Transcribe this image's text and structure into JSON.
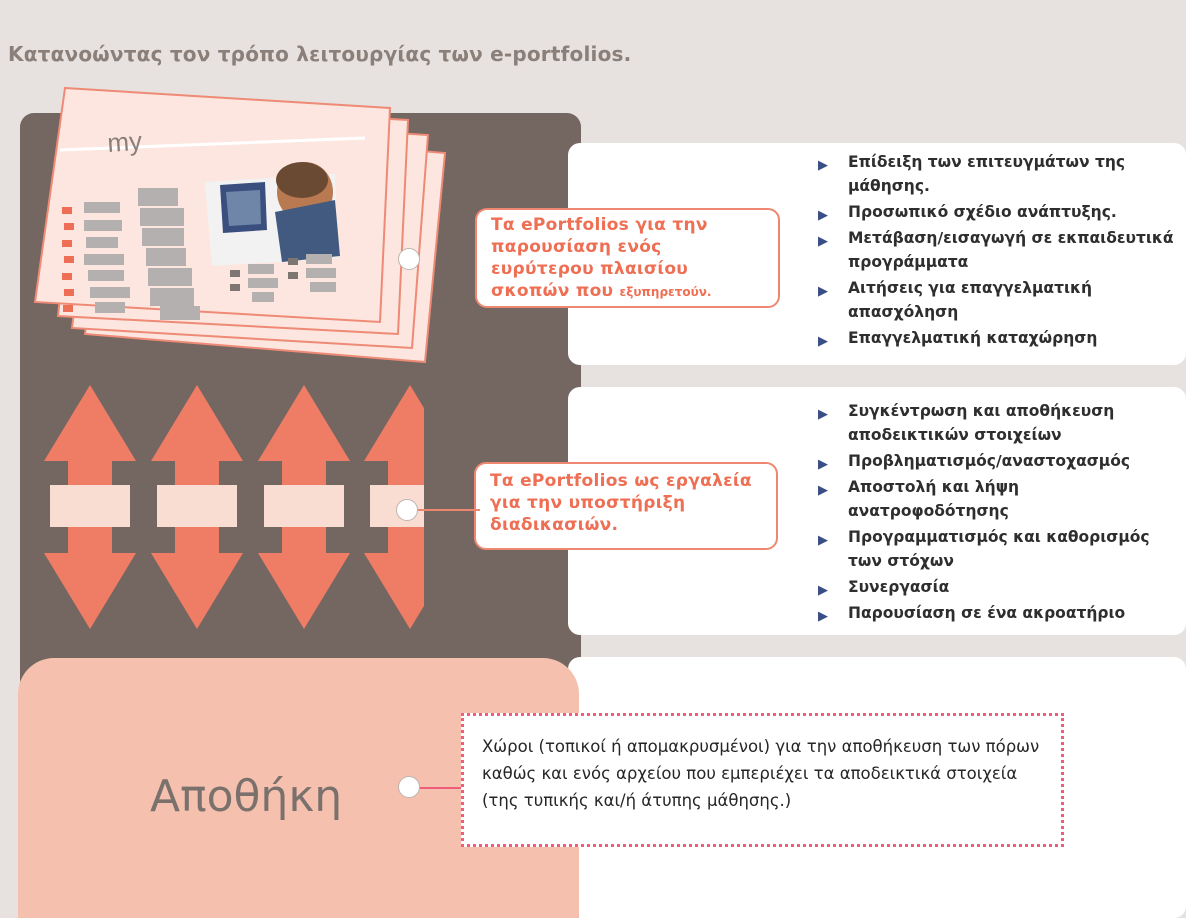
{
  "title": "Κατανοώντας τον τρόπο  λειτουργίας των e-portfolios.",
  "cards": {
    "logo_text": "my"
  },
  "callout1": {
    "main": "Τα ePortfolios για την παρουσίαση ενός ευρύτερου  πλαισίου σκοπών που",
    "small": "εξυπηρετούν."
  },
  "callout2": {
    "text": "Τα ePortfolios ως εργαλεία για την υποστήριξη διαδικασιών."
  },
  "list1": [
    "Επίδειξη των επιτευγμάτων της μάθησης.",
    "Προσωπικό σχέδιο ανάπτυξης.",
    "Μετάβαση/εισαγωγή σε εκπαιδευτικά προγράμματα",
    "Αιτήσεις για επαγγελματική απασχόληση",
    "Επαγγελματική καταχώρηση"
  ],
  "list2": [
    "Συγκέντρωση και αποθήκευση αποδεικτικών στοιχείων",
    "Προβληματισμός/αναστοχασμός",
    "Αποστολή και λήψη ανατροφοδότησης",
    "Προγραμματισμός και καθορισμός των στόχων",
    "Συνεργασία",
    "Παρουσίαση σε ένα ακροατήριο"
  ],
  "storage": {
    "label": "Αποθήκη",
    "note": "Χώροι (τοπικοί ή απομακρυσμένοι) για την αποθήκευση των πόρων καθώς και ενός αρχείου που εμπεριέχει τα αποδεικτικά στοιχεία (της τυπικής και/ή  άτυπης μάθησης.)"
  },
  "colors": {
    "accent": "#ee6f53",
    "column": "#746660",
    "arrow": "#ef7d66",
    "storage_fill": "#f5c0ae",
    "bullet": "#3a4e86",
    "dotted_border": "#ef5d7b"
  },
  "icons": {
    "bullet": "triangle-right"
  }
}
